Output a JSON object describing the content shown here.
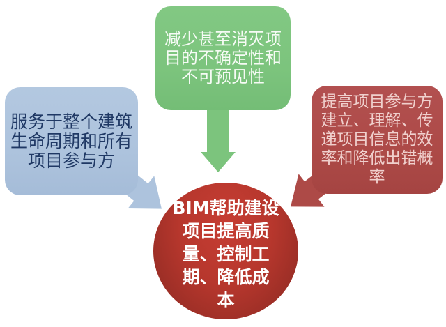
{
  "diagram": {
    "type": "converging-arrows-diagram",
    "topic": "BIM benefits for construction projects",
    "boxes": {
      "top": {
        "shape": "rounded-rectangle",
        "fill": "#7cc47d",
        "text_color": "#f6fbf5",
        "text": "减少甚至消灭项目的不确定性和不可预见性",
        "lines": [
          "减少甚至消灭项",
          "目的不确定性和",
          "不可预见性"
        ]
      },
      "left": {
        "shape": "rounded-rectangle",
        "fill": "#adc3dd",
        "text_color": "#1f3864",
        "text": "服务于整个建筑生命周期和所有项目参与方",
        "lines": [
          "服务于整个建筑",
          "生命周期和所有",
          "项目参与方"
        ]
      },
      "right": {
        "shape": "rounded-rectangle",
        "fill": "#ad4a47",
        "text_color": "#f0d0cd",
        "text": "提高项目参与方建立、理解、传递项目信息的效率和降低出错概率",
        "lines": [
          "提高项目参与方",
          "建立、理解、传",
          "递项目信息的效",
          "率和降低出错概",
          "率"
        ]
      }
    },
    "center": {
      "shape": "circle",
      "fill_gradient": [
        "#c63d33",
        "#8a2921"
      ],
      "text_color": "#ffffff",
      "text": "BIM帮助建设项目提高质量、控制工期、降低成本",
      "lines": [
        "BIM帮助建设",
        "项目提高质",
        "量、控制工",
        "期、降低成",
        "本"
      ]
    },
    "arrows": {
      "from_top": {
        "color": "#7cc47d",
        "direction": "down"
      },
      "from_left": {
        "color": "#adc3dd",
        "direction": "down-right"
      },
      "from_right": {
        "color": "#ad4a47",
        "direction": "down-left"
      }
    },
    "background": "#ffffff"
  }
}
